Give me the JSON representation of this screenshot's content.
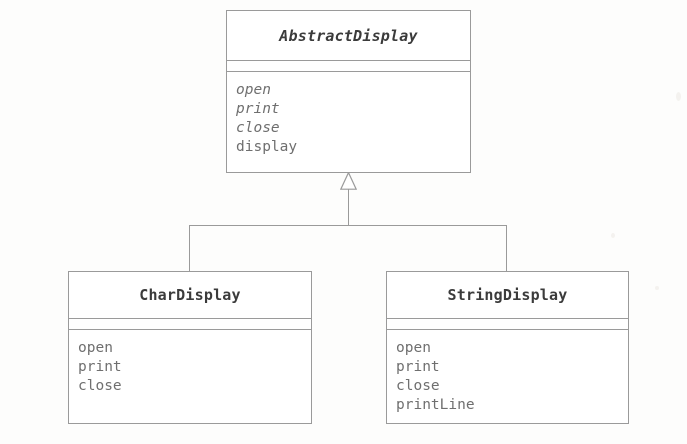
{
  "diagram": {
    "type": "uml-class-diagram",
    "title": "AbstractDisplay class hierarchy",
    "relationship": "generalization",
    "stroke_color": "#9a9a9a",
    "title_text_color": "#3b3b3b",
    "member_text_color": "#6f6f6f",
    "background_color": "#fdfdfc"
  },
  "classes": [
    {
      "id": "abstract-display",
      "name": "AbstractDisplay",
      "is_abstract": true,
      "attributes": [],
      "methods": [
        {
          "name": "open",
          "is_abstract": true
        },
        {
          "name": "print",
          "is_abstract": true
        },
        {
          "name": "close",
          "is_abstract": true
        },
        {
          "name": "display",
          "is_abstract": false
        }
      ]
    },
    {
      "id": "char-display",
      "name": "CharDisplay",
      "is_abstract": false,
      "attributes": [],
      "methods": [
        {
          "name": "open",
          "is_abstract": false
        },
        {
          "name": "print",
          "is_abstract": false
        },
        {
          "name": "close",
          "is_abstract": false
        }
      ]
    },
    {
      "id": "string-display",
      "name": "StringDisplay",
      "is_abstract": false,
      "attributes": [],
      "methods": [
        {
          "name": "open",
          "is_abstract": false
        },
        {
          "name": "print",
          "is_abstract": false
        },
        {
          "name": "close",
          "is_abstract": false
        },
        {
          "name": "printLine",
          "is_abstract": false
        }
      ]
    }
  ]
}
